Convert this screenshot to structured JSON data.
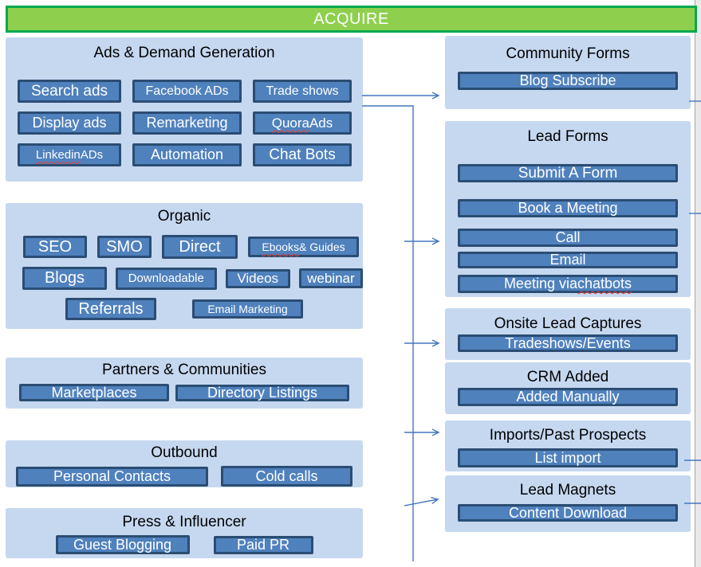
{
  "banner": {
    "label": "ACQUIRE"
  },
  "colors": {
    "banner_fill": "#8ed04e",
    "banner_border": "#00a94e",
    "panel_fill": "#c6d8f0",
    "button_fill": "#4f81bd",
    "button_border": "#2b4d73",
    "button_text": "#ffffff",
    "title_text": "#000000",
    "connector": "#4576be",
    "spellcheck_underline": "#e93f33",
    "edge_strip": "#e9e9e9"
  },
  "left_panels": {
    "ads": {
      "title": "Ads & Demand Generation",
      "buttons": {
        "search_ads": "Search ads",
        "facebook_ads": "Facebook ADs",
        "trade_shows": "Trade shows",
        "display_ads": "Display ads",
        "remarketing": "Remarketing",
        "quora_ads": {
          "label": "Quora Ads",
          "parts": [
            "Quora",
            " Ads"
          ],
          "misspelled": "Quora"
        },
        "linkedin_ads": {
          "label": "Linkedin ADs",
          "parts": [
            "Linkedin",
            " ADs"
          ],
          "misspelled": "Linkedin"
        },
        "automation": "Automation",
        "chat_bots": "Chat Bots"
      }
    },
    "organic": {
      "title": "Organic",
      "buttons": {
        "seo": "SEO",
        "smo": "SMO",
        "direct": "Direct",
        "ebooks_guides": {
          "label": "Ebooks & Guides",
          "parts": [
            "Ebooks",
            " & Guides"
          ],
          "misspelled": "Ebooks"
        },
        "blogs": "Blogs",
        "downloadable": "Downloadable",
        "videos": "Videos",
        "webinar": "webinar",
        "referrals": "Referrals",
        "email_marketing": "Email Marketing"
      }
    },
    "partners": {
      "title": "Partners & Communities",
      "buttons": {
        "marketplaces": "Marketplaces",
        "directory_listings": "Directory Listings"
      }
    },
    "outbound": {
      "title": "Outbound",
      "buttons": {
        "personal_contacts": "Personal Contacts",
        "cold_calls": "Cold calls"
      }
    },
    "press": {
      "title": "Press & Influencer",
      "buttons": {
        "guest_blogging": "Guest Blogging",
        "paid_pr": "Paid PR"
      }
    }
  },
  "right_panels": {
    "community_forms": {
      "title": "Community Forms",
      "buttons": {
        "blog_subscribe": "Blog Subscribe"
      }
    },
    "lead_forms": {
      "title": "Lead Forms",
      "buttons": {
        "submit_a_form": "Submit A Form",
        "book_a_meeting": "Book a Meeting",
        "call": "Call",
        "email": "Email",
        "meeting_via_chatbots": {
          "label": "Meeting via chatbots",
          "parts": [
            "Meeting via ",
            "chatbots"
          ],
          "misspelled": "chatbots"
        }
      }
    },
    "onsite_lead_captures": {
      "title": "Onsite Lead Captures",
      "buttons": {
        "tradeshows_events": "Tradeshows/Events"
      }
    },
    "crm_added": {
      "title": "CRM Added",
      "buttons": {
        "added_manually": "Added Manually"
      }
    },
    "imports_past_prospects": {
      "title": "Imports/Past Prospects",
      "buttons": {
        "list_import": "List import"
      }
    },
    "lead_magnets": {
      "title": "Lead Magnets",
      "buttons": {
        "content_download": "Content Download"
      }
    }
  },
  "connections": [
    {
      "from": "ads-demand-generation",
      "to": "community-forms",
      "style": "arrow"
    },
    {
      "from": "ads-demand-generation",
      "to": "lead-forms",
      "style": "arrow-via-trunk"
    },
    {
      "from": "ads-demand-generation",
      "to": "onsite-lead-captures",
      "style": "arrow-via-trunk"
    },
    {
      "from": "ads-demand-generation",
      "to": "imports-past-prospects",
      "style": "arrow-via-trunk"
    },
    {
      "from": "ads-demand-generation",
      "to": "lead-magnets",
      "style": "arrow-via-trunk"
    },
    {
      "from": "community-forms",
      "to": "offscreen-right",
      "style": "line"
    },
    {
      "from": "lead-forms",
      "to": "offscreen-right",
      "style": "line"
    },
    {
      "from": "imports-past-prospects",
      "to": "offscreen-right",
      "style": "line"
    },
    {
      "from": "lead-magnets",
      "to": "offscreen-right",
      "style": "line"
    }
  ]
}
